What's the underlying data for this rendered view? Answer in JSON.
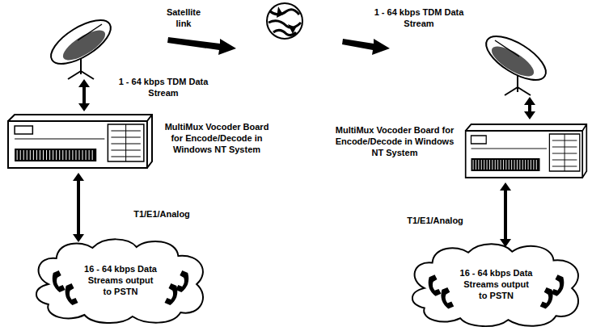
{
  "diagram": {
    "nodes": [
      {
        "text": [
          "MultiMux Vocoder Board for Encode/Decode in Windows NT System"
        ]
      },
      {
        "text": [
          "16 - 64 kbps Data Streams output to PSTN"
        ]
      },
      {
        "text": [
          "MultiMux Vocoder Board for Encode/Decode in Windows NT System"
        ]
      },
      {
        "text": [
          "16 - 64 kbps Data Streams output to PSTN"
        ]
      }
    ],
    "edges": [
      {
        "from": 0,
        "to": 1,
        "label": "T1/E1/Analog",
        "arrow": "both"
      },
      {
        "from": 2,
        "to": 3,
        "label": "T1/E1/Analog",
        "arrow": "both"
      }
    ],
    "labels": [
      "Satellite link",
      "1 - 64 kbps TDM Data Stream",
      "1 - 64 kbps TDM Data Stream"
    ]
  }
}
